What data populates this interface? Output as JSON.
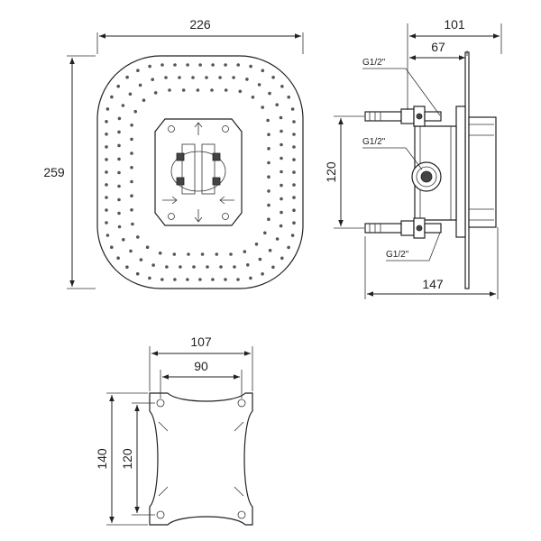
{
  "dimensions": {
    "front_width": "226",
    "front_height": "259",
    "side_total_depth": "101",
    "side_inner_depth": "67",
    "side_outlet_spacing": "120",
    "side_overall_length": "147",
    "frame_outer_width": "107",
    "frame_inner_width": "90",
    "frame_outer_height": "140",
    "frame_inner_height": "120"
  },
  "thread_labels": {
    "top_outlet": "G1/2\"",
    "center_inlet": "G1/2\"",
    "bottom_outlet": "G1/2\""
  }
}
